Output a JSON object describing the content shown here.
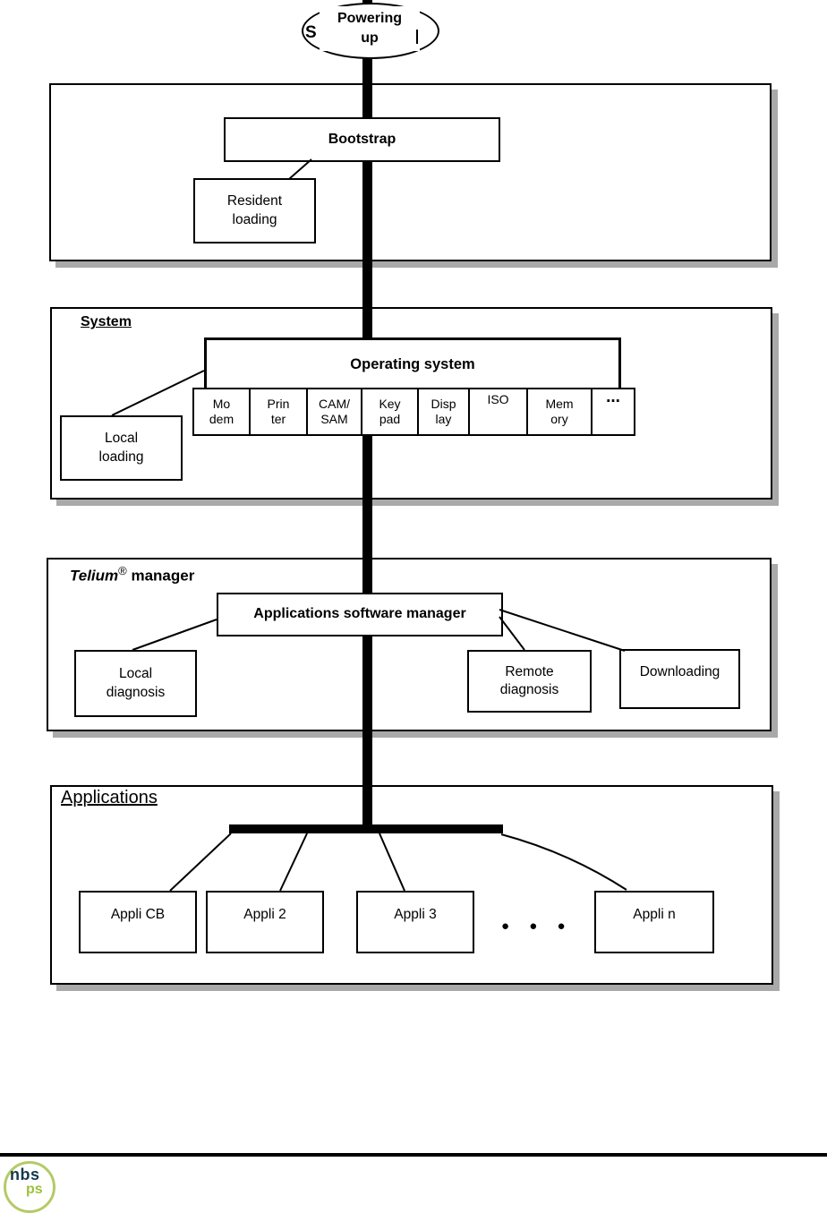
{
  "start_node": {
    "label": "Powering\nup",
    "partial_text": "S"
  },
  "sections": {
    "bootstrap": {
      "bootstrap_box": "Bootstrap",
      "resident_loading_box": "Resident\nloading"
    },
    "system": {
      "title": "System",
      "operating_system_box": "Operating system",
      "drivers": [
        "Mo\ndem",
        "Prin\nter",
        "CAM/\nSAM",
        "Key\npad",
        "Disp\nlay",
        "ISO",
        "Mem\nory",
        "..."
      ],
      "local_loading_box": "Local\nloading"
    },
    "telium": {
      "title_brand": "Telium",
      "title_reg": "®",
      "title_rest": " manager",
      "asm_box": "Applications software manager",
      "local_diagnosis_box": "Local\ndiagnosis",
      "remote_diagnosis_box": "Remote\ndiagnosis",
      "downloading_box": "Downloading"
    },
    "applications": {
      "title": "Applications",
      "apps": [
        "Appli CB",
        "Appli 2",
        "Appli 3",
        "Appli n"
      ],
      "ellipsis": "● ● ●"
    }
  },
  "footer": {
    "logo_top": "nbs",
    "logo_bottom": "ps"
  },
  "colors": {
    "line": "#000000",
    "shadow": "#a9a9a9",
    "logo_dark": "#14384c",
    "logo_green": "#9dc03c",
    "logo_circle": "#b5ca67"
  }
}
